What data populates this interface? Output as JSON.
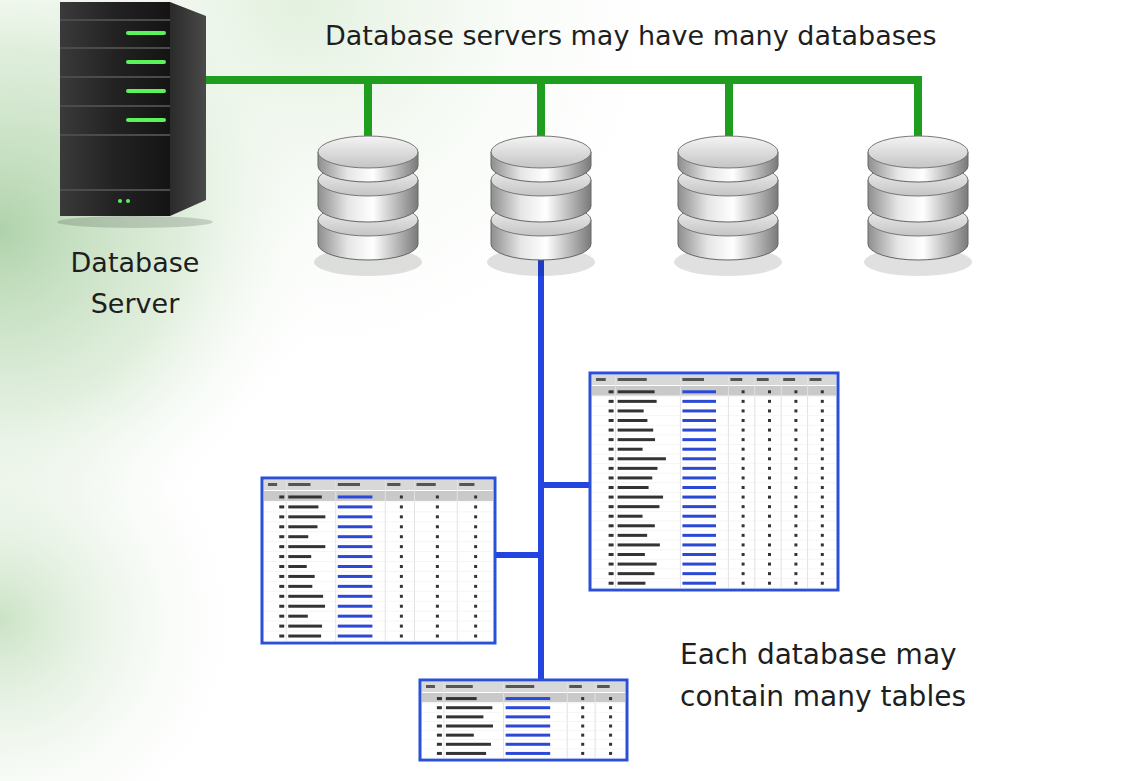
{
  "diagram": {
    "title": "Database servers may have many databases",
    "nodes": [
      {
        "text": [
          "Database Server"
        ]
      }
    ],
    "labels": [
      "Each database may contain many tables"
    ]
  }
}
